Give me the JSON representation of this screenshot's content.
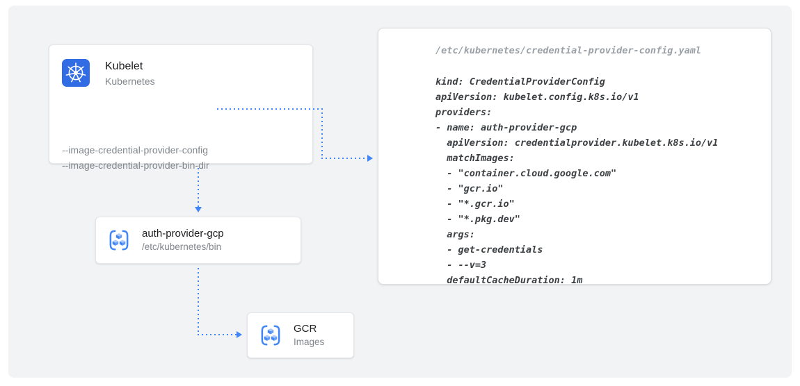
{
  "colors": {
    "accent": "#4285f4",
    "panel_bg": "#f1f3f4",
    "kubernetes_blue": "#326ce5"
  },
  "kubelet_card": {
    "title": "Kubelet",
    "subtitle": "Kubernetes",
    "flag_config": "--image-credential-provider-config",
    "flag_bin_dir": "--image-credential-provider-bin-dir"
  },
  "auth_provider_card": {
    "title": "auth-provider-gcp",
    "subtitle": "/etc/kubernetes/bin"
  },
  "gcr_card": {
    "title": "GCR",
    "subtitle": "Images"
  },
  "code_panel": {
    "filename": "/etc/kubernetes/credential-provider-config.yaml",
    "lines": [
      "kind: CredentialProviderConfig",
      "apiVersion: kubelet.config.k8s.io/v1",
      "providers:",
      "- name: auth-provider-gcp",
      "  apiVersion: credentialprovider.kubelet.k8s.io/v1",
      "  matchImages:",
      "  - \"container.cloud.google.com\"",
      "  - \"gcr.io\"",
      "  - \"*.gcr.io\"",
      "  - \"*.pkg.dev\"",
      "  args:",
      "  - get-credentials",
      "  - --v=3",
      "  defaultCacheDuration: 1m"
    ]
  }
}
